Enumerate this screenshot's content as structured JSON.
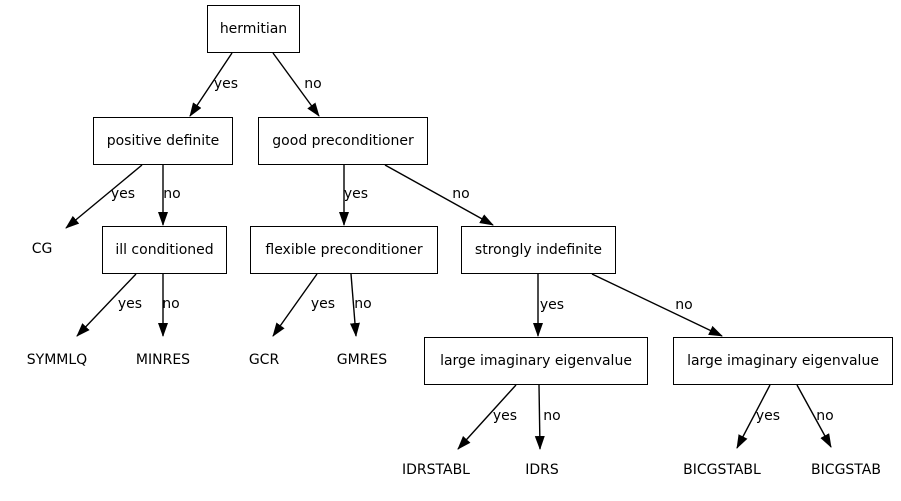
{
  "diagram": {
    "type": "decision-tree",
    "background_color": "#ffffff",
    "line_color": "#000000",
    "nodes": {
      "hermitian": "hermitian",
      "positive_definite": "positive definite",
      "good_preconditioner": "good preconditioner",
      "cg": "CG",
      "ill_conditioned": "ill conditioned",
      "flexible_preconditioner": "flexible preconditioner",
      "strongly_indefinite": "strongly indefinite",
      "symmlq": "SYMMLQ",
      "minres": "MINRES",
      "gcr": "GCR",
      "gmres": "GMRES",
      "large_imag_left": "large imaginary eigenvalue",
      "large_imag_right": "large imaginary eigenvalue",
      "idrstabl": "IDRSTABL",
      "idrs": "IDRS",
      "bicgstabl": "BICGSTABL",
      "bicgstab": "BICGSTAB"
    },
    "edges": [
      {
        "from": "hermitian",
        "to": "positive definite",
        "label": "yes"
      },
      {
        "from": "hermitian",
        "to": "good preconditioner",
        "label": "no"
      },
      {
        "from": "positive definite",
        "to": "CG",
        "label": "yes"
      },
      {
        "from": "positive definite",
        "to": "ill conditioned",
        "label": "no"
      },
      {
        "from": "good preconditioner",
        "to": "flexible preconditioner",
        "label": "yes"
      },
      {
        "from": "good preconditioner",
        "to": "strongly indefinite",
        "label": "no"
      },
      {
        "from": "ill conditioned",
        "to": "SYMMLQ",
        "label": "yes"
      },
      {
        "from": "ill conditioned",
        "to": "MINRES",
        "label": "no"
      },
      {
        "from": "flexible preconditioner",
        "to": "GCR",
        "label": "yes"
      },
      {
        "from": "flexible preconditioner",
        "to": "GMRES",
        "label": "no"
      },
      {
        "from": "strongly indefinite",
        "to": "large imaginary eigenvalue (left)",
        "label": "yes"
      },
      {
        "from": "strongly indefinite",
        "to": "large imaginary eigenvalue (right)",
        "label": "no"
      },
      {
        "from": "large imaginary eigenvalue (left)",
        "to": "IDRSTABL",
        "label": "yes"
      },
      {
        "from": "large imaginary eigenvalue (left)",
        "to": "IDRS",
        "label": "no"
      },
      {
        "from": "large imaginary eigenvalue (right)",
        "to": "BICGSTABL",
        "label": "yes"
      },
      {
        "from": "large imaginary eigenvalue (right)",
        "to": "BICGSTAB",
        "label": "no"
      }
    ]
  }
}
